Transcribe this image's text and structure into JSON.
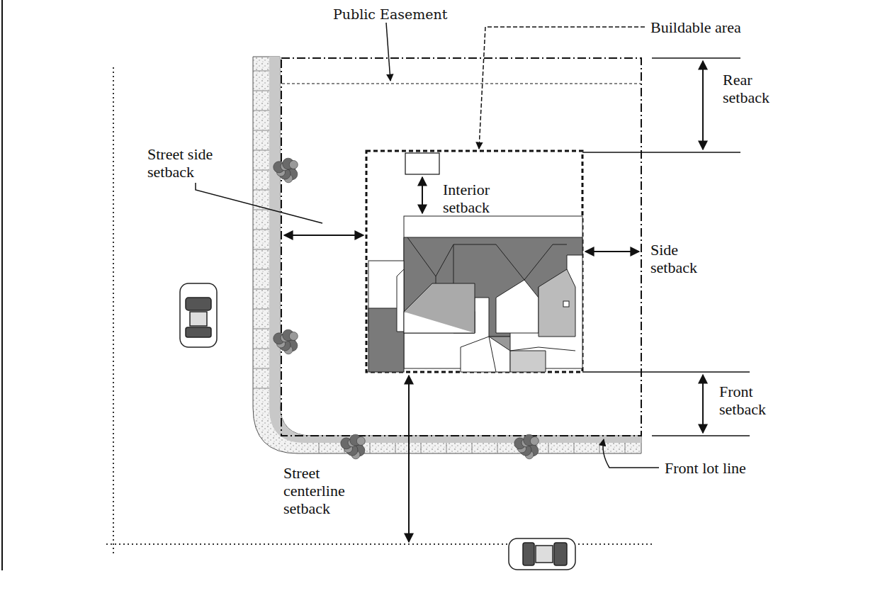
{
  "diagram": {
    "labels": [
      "Public Easement",
      "Buildable area",
      "Rear setback",
      "Street side setback",
      "Interior setback",
      "Side setback",
      "Front setback",
      "Street centerline setback",
      "Front lot line"
    ]
  }
}
